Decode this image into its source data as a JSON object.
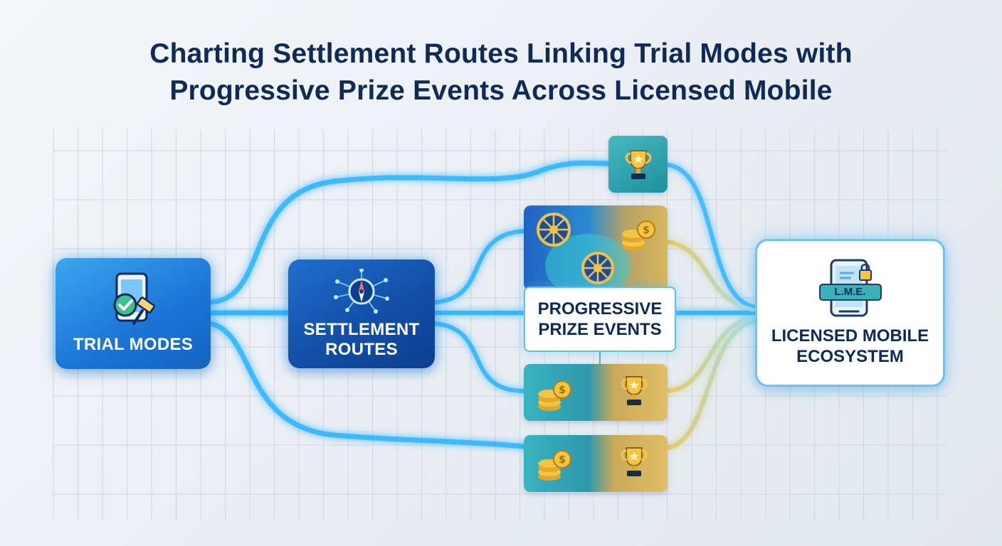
{
  "title": {
    "line1": "Charting Settlement Routes Linking Trial Modes with",
    "line2": "Progressive Prize Events Across Licensed Mobile"
  },
  "nodes": {
    "trial_modes": "TRIAL MODES",
    "settlement_routes_line1": "SETTLEMENT",
    "settlement_routes_line2": "ROUTES",
    "progressive_line1": "PROGRESSIVE",
    "progressive_line2": "PRIZE EVENTS",
    "licensed_line1": "LICENSED MOBILE",
    "licensed_line2": "ECOSYSTEM",
    "lme_badge": "L.M.E."
  },
  "icons": {
    "trial": "phone-checkmark-gavel-icon",
    "settlement": "compass-network-icon",
    "licensed": "phone-lock-icon",
    "trophy": "trophy-icon",
    "coins": "coin-stack-icon",
    "wheel": "prize-wheel-icon"
  },
  "colors": {
    "title": "#0f2a55",
    "flow_blue": "#34b6ff",
    "flow_gold": "#d9c25c",
    "node_blue": "#1a74d6",
    "node_dark_blue": "#124fa8",
    "teal": "#2a9fb0",
    "gold": "#d7ad4c"
  }
}
